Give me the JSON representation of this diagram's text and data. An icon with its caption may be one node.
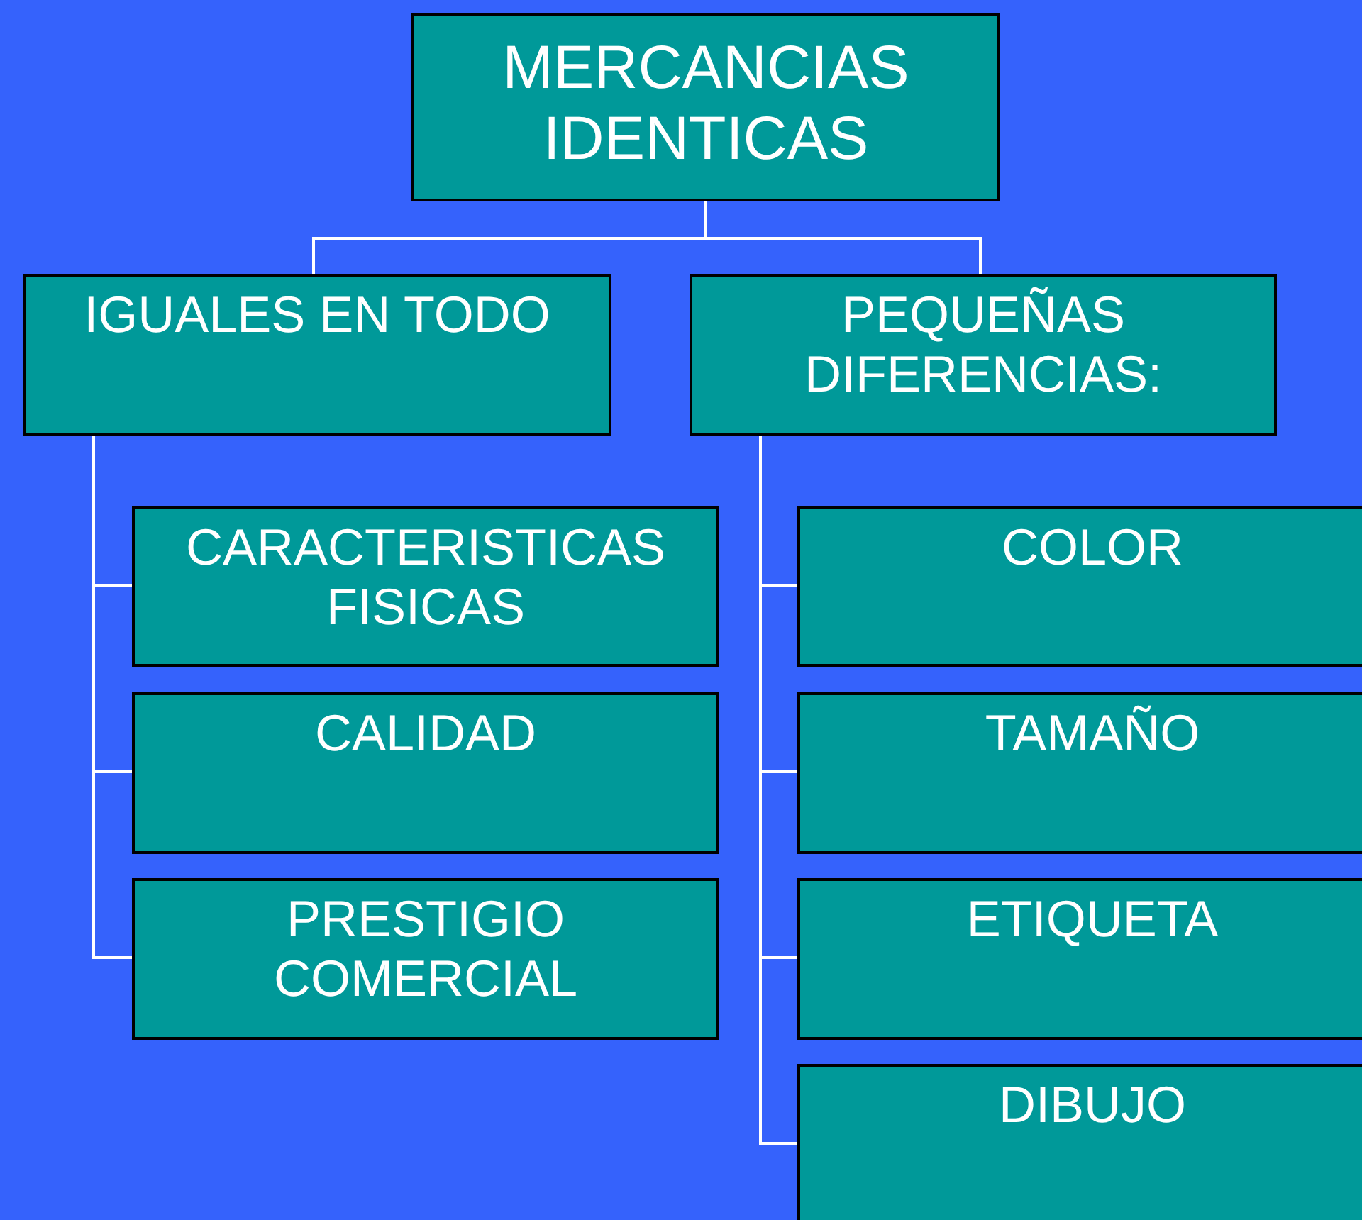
{
  "diagram": {
    "nodes": [
      {
        "text": [
          "MERCANCIAS IDENTICAS"
        ]
      },
      {
        "text": [
          "IGUALES EN TODO"
        ]
      },
      {
        "text": [
          "PEQUEÑAS DIFERENCIAS:"
        ]
      },
      {
        "text": [
          "CARACTERISTICAS FISICAS"
        ]
      },
      {
        "text": [
          "CALIDAD"
        ]
      },
      {
        "text": [
          "PRESTIGIO COMERCIAL"
        ]
      },
      {
        "text": [
          "COLOR"
        ]
      },
      {
        "text": [
          "TAMAÑO"
        ]
      },
      {
        "text": [
          "ETIQUETA"
        ]
      },
      {
        "text": [
          "DIBUJO"
        ]
      }
    ],
    "edges": [
      {
        "from": 0,
        "to": 1,
        "arrow": "none"
      },
      {
        "from": 0,
        "to": 2,
        "arrow": "none"
      },
      {
        "from": 1,
        "to": 3,
        "arrow": "none"
      },
      {
        "from": 1,
        "to": 4,
        "arrow": "none"
      },
      {
        "from": 1,
        "to": 5,
        "arrow": "none"
      },
      {
        "from": 2,
        "to": 6,
        "arrow": "none"
      },
      {
        "from": 2,
        "to": 7,
        "arrow": "none"
      },
      {
        "from": 2,
        "to": 8,
        "arrow": "none"
      },
      {
        "from": 2,
        "to": 9,
        "arrow": "none"
      }
    ]
  }
}
